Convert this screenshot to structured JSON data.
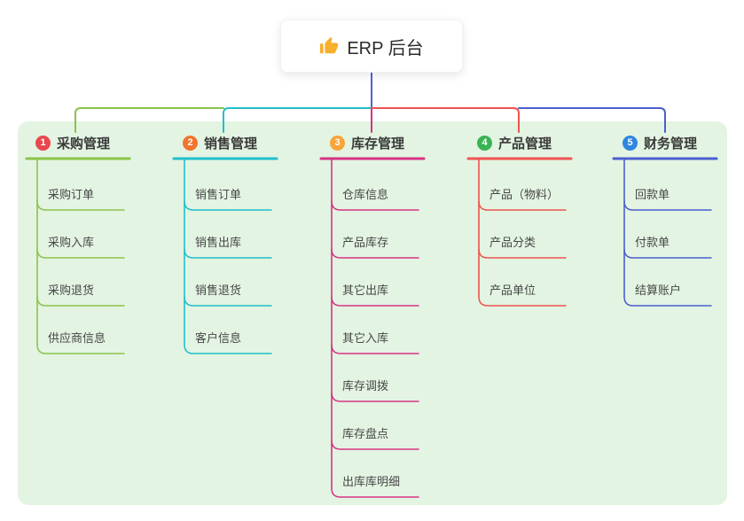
{
  "root": {
    "label": "ERP 后台",
    "icon": "thumbs-up"
  },
  "colors": {
    "panel_bg": "#E3F4E2",
    "root_line": "#4A63D8",
    "icon": "#F6B02C",
    "branch1": "#8BC34A",
    "branch2": "#1FBFCB",
    "branch3": "#D63384",
    "branch4": "#EF5350",
    "branch5": "#4A5FD0",
    "badge1": "#E8474E",
    "badge2": "#F2752B",
    "badge3": "#F9A43B",
    "badge4": "#39B355",
    "badge5": "#2E86E0"
  },
  "branches": [
    {
      "num": "1",
      "label": "采购管理",
      "children": [
        "采购订单",
        "采购入库",
        "采购退货",
        "供应商信息"
      ]
    },
    {
      "num": "2",
      "label": "销售管理",
      "children": [
        "销售订单",
        "销售出库",
        "销售退货",
        "客户信息"
      ]
    },
    {
      "num": "3",
      "label": "库存管理",
      "children": [
        "仓库信息",
        "产品库存",
        "其它出库",
        "其它入库",
        "库存调拨",
        "库存盘点",
        "出库库明细"
      ]
    },
    {
      "num": "4",
      "label": "产品管理",
      "children": [
        "产品（物料）",
        "产品分类",
        "产品单位"
      ]
    },
    {
      "num": "5",
      "label": "财务管理",
      "children": [
        "回款单",
        "付款单",
        "结算账户"
      ]
    }
  ]
}
